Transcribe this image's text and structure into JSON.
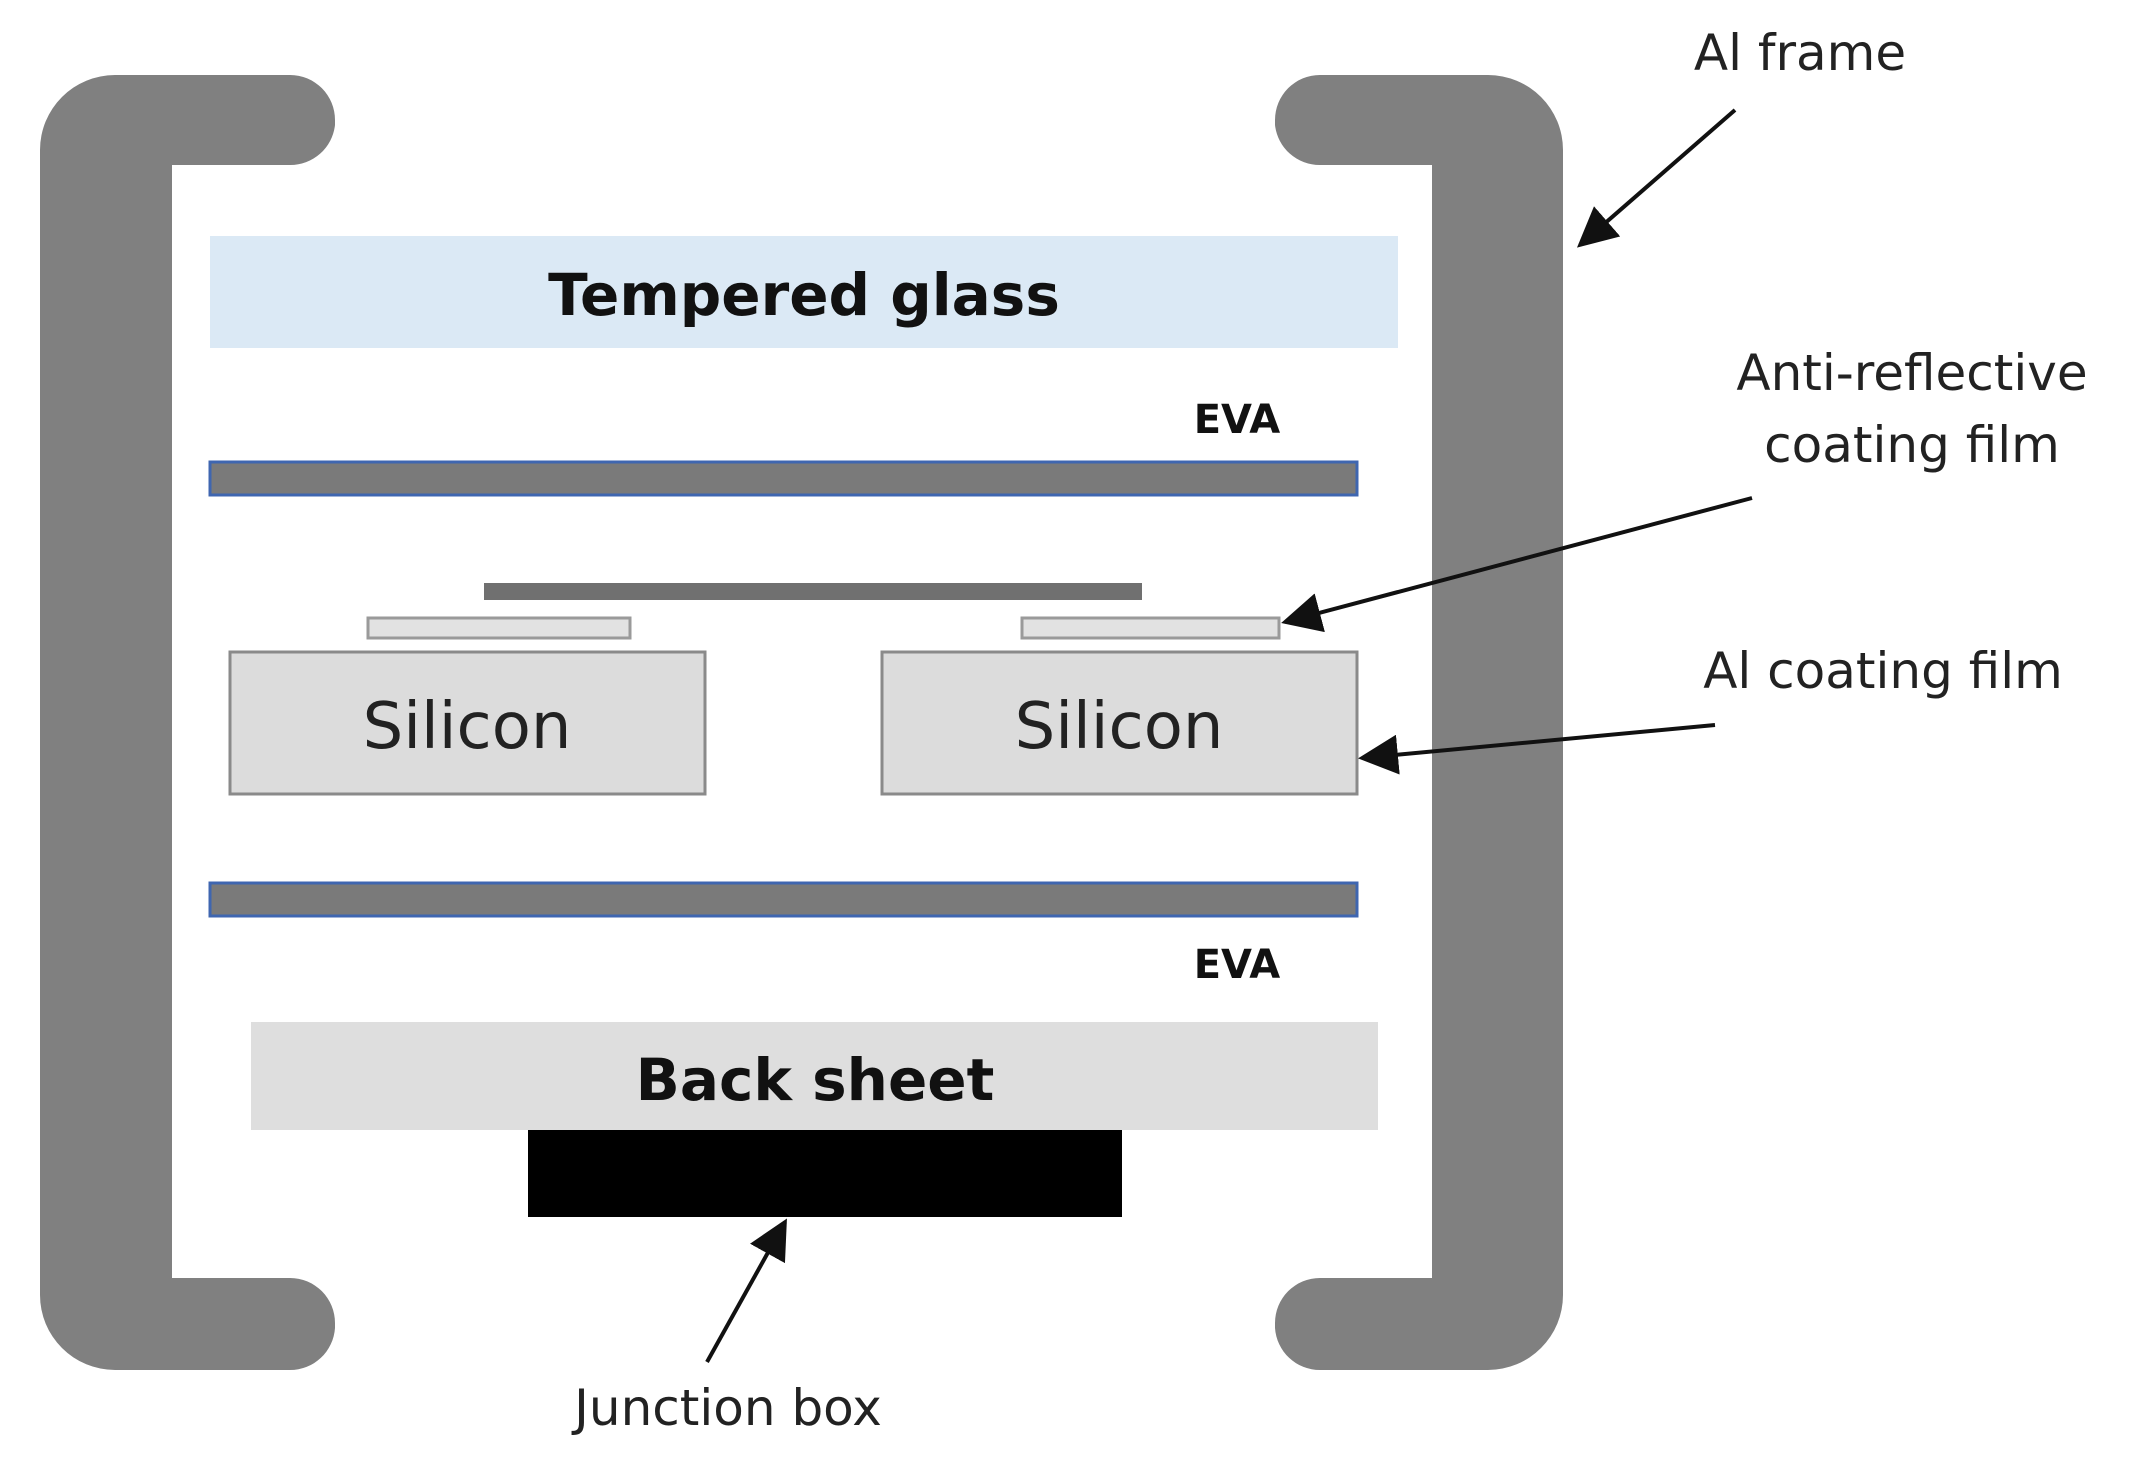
{
  "diagram": {
    "layers": {
      "tempered_glass": "Tempered glass",
      "eva_top": "EVA",
      "eva_bottom": "EVA",
      "silicon_left": "Silicon",
      "silicon_right": "Silicon",
      "back_sheet": "Back sheet"
    },
    "callouts": {
      "al_frame": "Al frame",
      "anti_reflective_line1": "Anti-reflective",
      "anti_reflective_line2": "coating film",
      "al_coating_film": "Al coating film",
      "junction_box": "Junction box"
    },
    "colors": {
      "frame": "#808080",
      "glass": "#dbe9f5",
      "eva": "#7a7a7a",
      "eva_edge": "#3f66b0",
      "silicon": "#dcdcdc",
      "back_sheet": "#dedede",
      "junction_box": "#000000"
    }
  }
}
